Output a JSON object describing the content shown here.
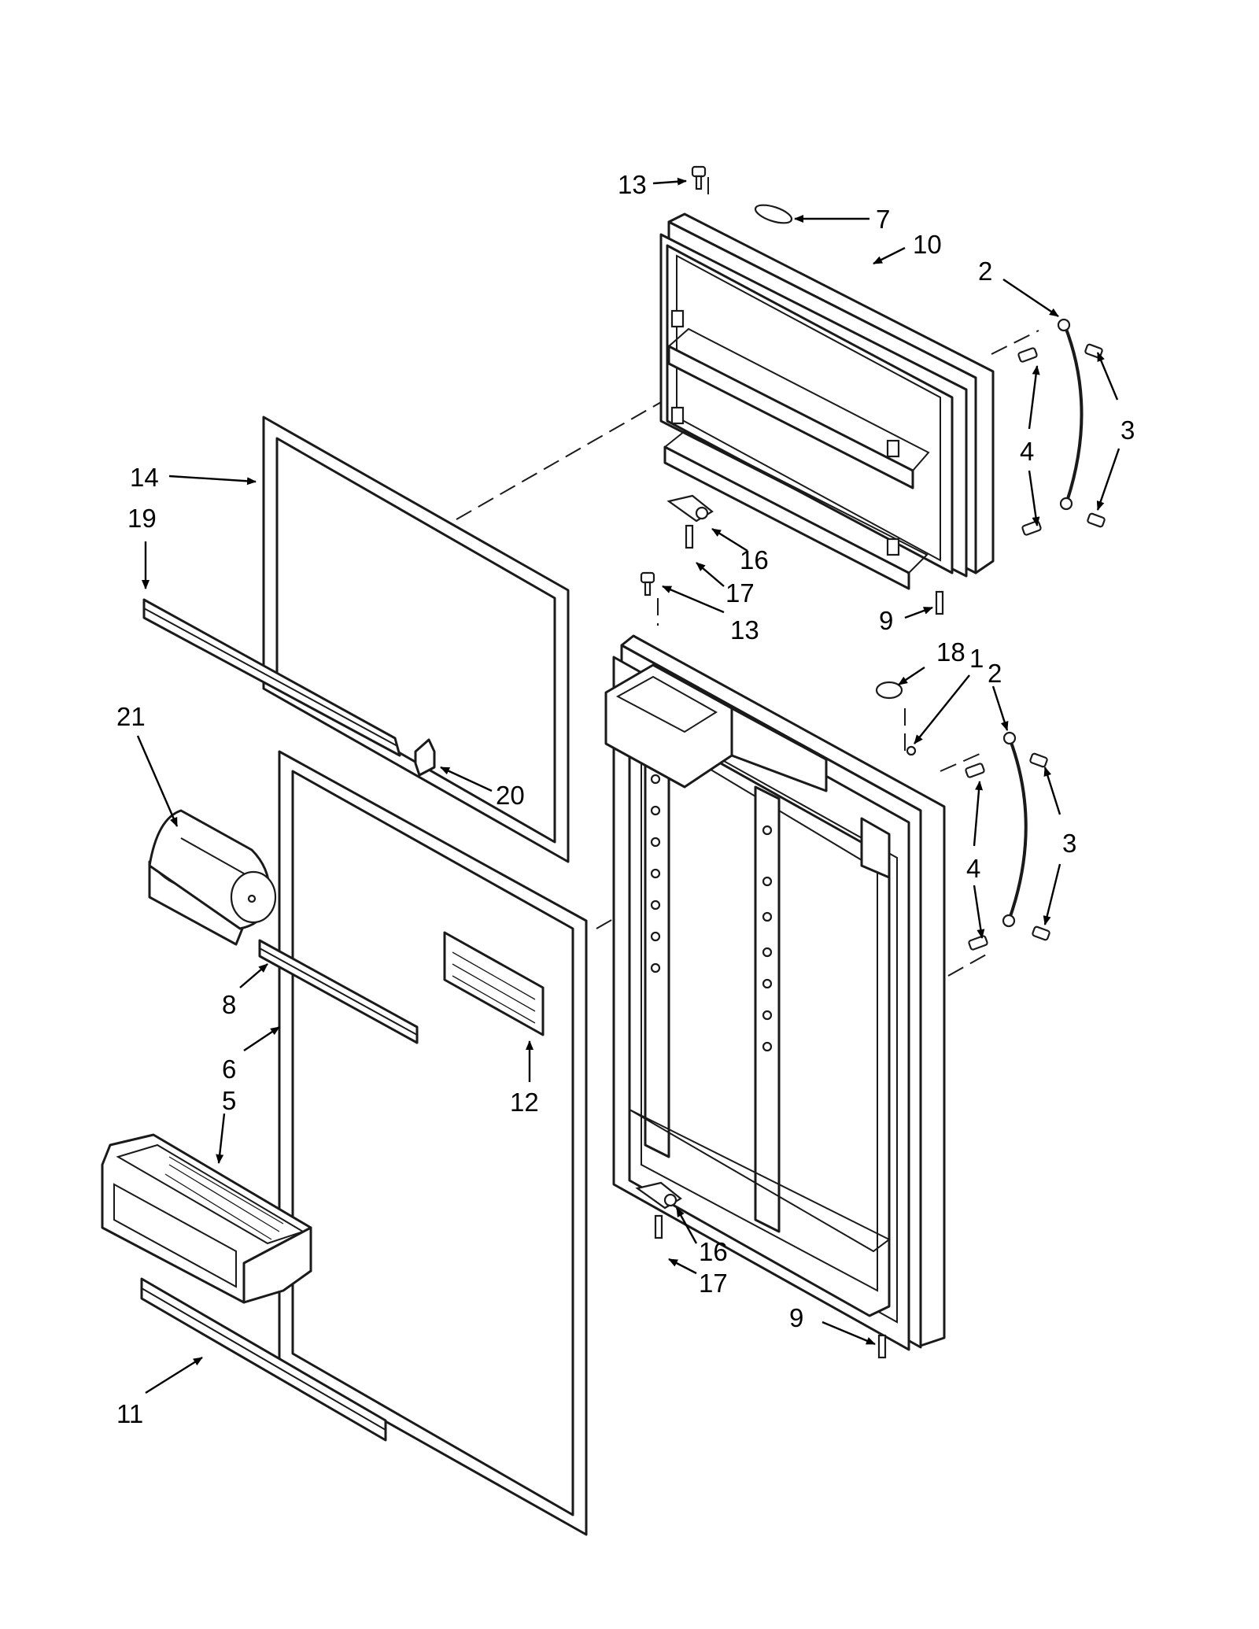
{
  "colors": {
    "line": "#1a1a1a",
    "background": "#ffffff"
  },
  "callouts": {
    "c1": "1",
    "c2a": "2",
    "c2b": "2",
    "c3a": "3",
    "c3b": "3",
    "c4a": "4",
    "c4b": "4",
    "c5": "5",
    "c6": "6",
    "c7": "7",
    "c8": "8",
    "c9a": "9",
    "c9b": "9",
    "c10": "10",
    "c11": "11",
    "c12": "12",
    "c13a": "13",
    "c13b": "13",
    "c14": "14",
    "c16a": "16",
    "c16b": "16",
    "c17a": "17",
    "c17b": "17",
    "c18": "18",
    "c19": "19",
    "c20": "20",
    "c21": "21"
  }
}
